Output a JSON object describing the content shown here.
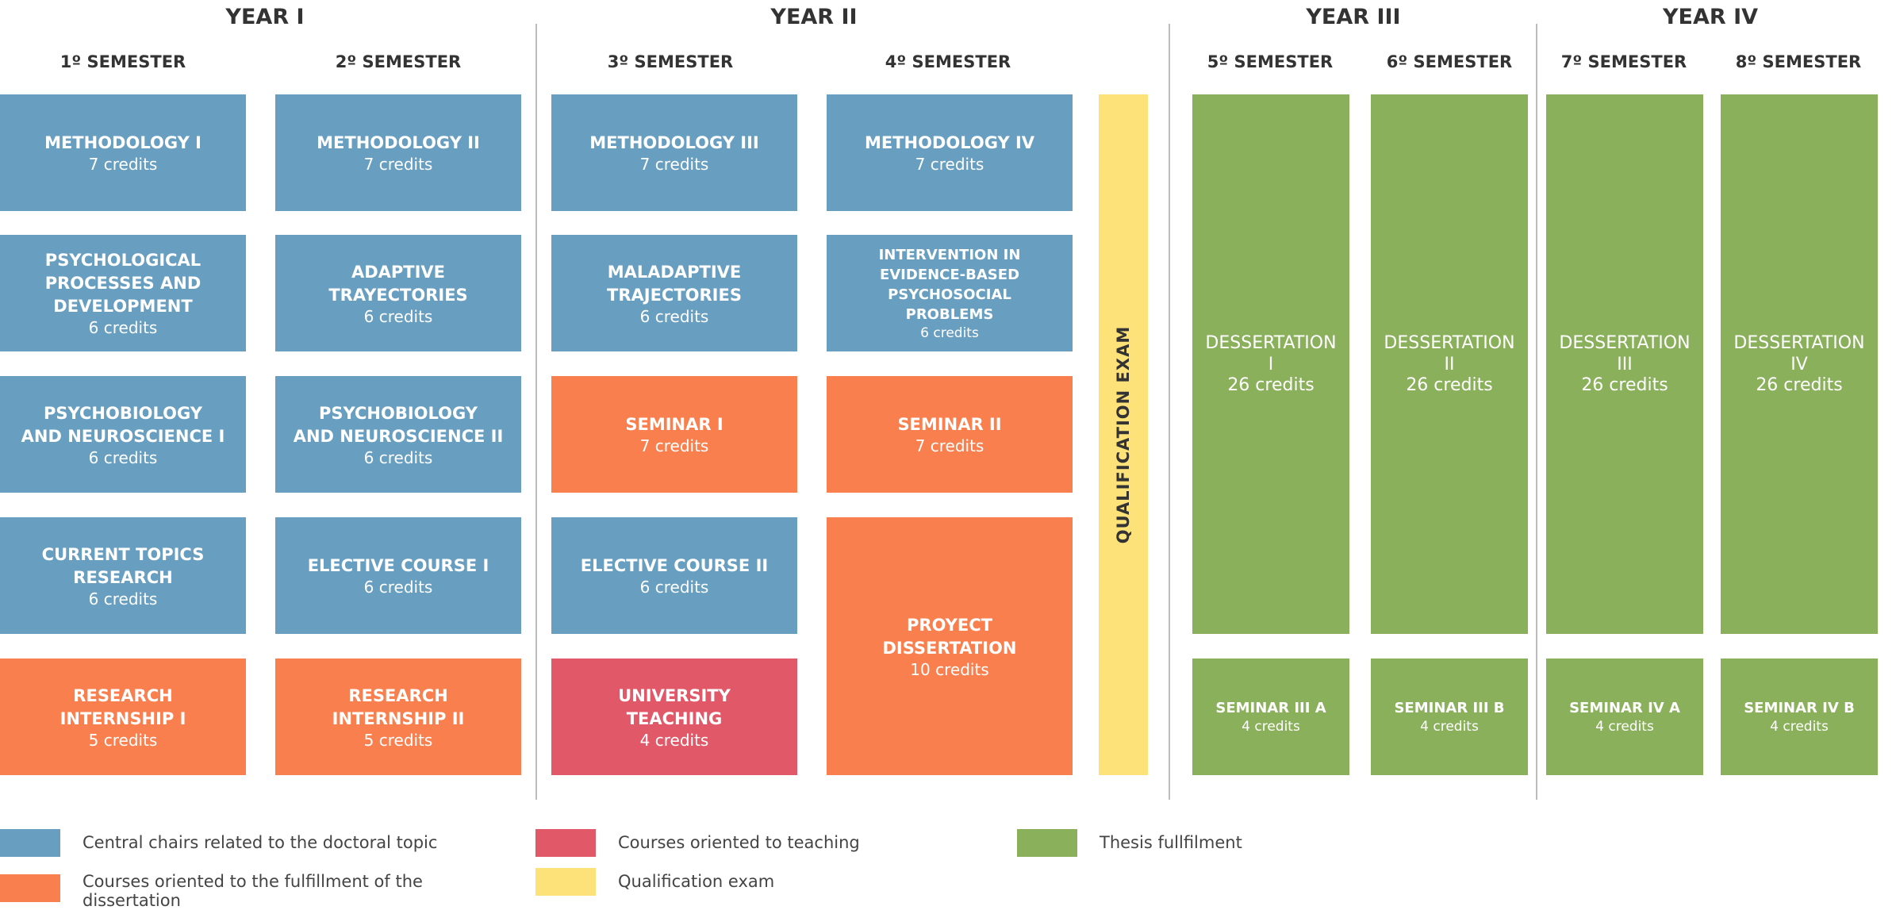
{
  "years": [
    "YEAR I",
    "YEAR II",
    "YEAR III",
    "YEAR IV"
  ],
  "semesters": [
    "1º SEMESTER",
    "2º SEMESTER",
    "3º SEMESTER",
    "4º SEMESTER",
    "5º SEMESTER",
    "6º SEMESTER",
    "7º SEMESTER",
    "8º SEMESTER"
  ],
  "courses": {
    "s1": [
      {
        "name": "METHODOLOGY I",
        "credits": "7 credits"
      },
      {
        "name": "PSYCHOLOGICAL\nPROCESSES AND\nDEVELOPMENT",
        "credits": "6 credits"
      },
      {
        "name": "PSYCHOBIOLOGY\nAND NEUROSCIENCE I",
        "credits": "6 credits"
      },
      {
        "name": "CURRENT TOPICS\nRESEARCH",
        "credits": "6 credits"
      },
      {
        "name": "RESEARCH\nINTERNSHIP I",
        "credits": "5 credits"
      }
    ],
    "s2": [
      {
        "name": "METHODOLOGY II",
        "credits": "7 credits"
      },
      {
        "name": "ADAPTIVE\nTRAYECTORIES",
        "credits": "6 credits"
      },
      {
        "name": "PSYCHOBIOLOGY\nAND NEUROSCIENCE II",
        "credits": "6 credits"
      },
      {
        "name": "ELECTIVE COURSE I",
        "credits": "6 credits"
      },
      {
        "name": "RESEARCH\nINTERNSHIP II",
        "credits": "5 credits"
      }
    ],
    "s3": [
      {
        "name": "METHODOLOGY III",
        "credits": "7 credits"
      },
      {
        "name": "MALADAPTIVE\nTRAJECTORIES",
        "credits": "6 credits"
      },
      {
        "name": "SEMINAR I",
        "credits": "7 credits"
      },
      {
        "name": "ELECTIVE COURSE II",
        "credits": "6 credits"
      },
      {
        "name": "UNIVERSITY\nTEACHING",
        "credits": "4 credits"
      }
    ],
    "s4": [
      {
        "name": "METHODOLOGY IV",
        "credits": "7 credits"
      },
      {
        "name": "INTERVENTION IN\nEVIDENCE-BASED\nPSYCHOSOCIAL\nPROBLEMS",
        "credits": "6 credits"
      },
      {
        "name": "SEMINAR II",
        "credits": "7 credits"
      },
      {
        "name": "PROYECT\nDISSERTATION",
        "credits": "10 credits"
      }
    ],
    "qualification": "QUALIFICATION EXAM",
    "dissertations": [
      {
        "name": "DESSERTATION\nI",
        "credits": "26 credits"
      },
      {
        "name": "DESSERTATION\nII",
        "credits": "26 credits"
      },
      {
        "name": "DESSERTATION\nIII",
        "credits": "26 credits"
      },
      {
        "name": "DESSERTATION\nIV",
        "credits": "26 credits"
      }
    ],
    "seminars": [
      {
        "name": "SEMINAR III A",
        "credits": "4 credits"
      },
      {
        "name": "SEMINAR III B",
        "credits": "4 credits"
      },
      {
        "name": "SEMINAR IV A",
        "credits": "4 credits"
      },
      {
        "name": "SEMINAR IV B",
        "credits": "4 credits"
      }
    ]
  },
  "legend": [
    {
      "label": "Central chairs related to the doctoral topic",
      "color": "#689fc1"
    },
    {
      "label": "Courses oriented to the fulfillment of the dissertation",
      "color": "#f9804e"
    },
    {
      "label": "Courses oriented to teaching",
      "color": "#e15968"
    },
    {
      "label": "Qualification exam",
      "color": "#fde27a"
    },
    {
      "label": "Thesis fullfilment",
      "color": "#8bb05c"
    }
  ],
  "colors": {
    "blue": "#689fc1",
    "orange": "#f9804e",
    "red": "#e15968",
    "yellow": "#fde27a",
    "green": "#8bb05c"
  }
}
